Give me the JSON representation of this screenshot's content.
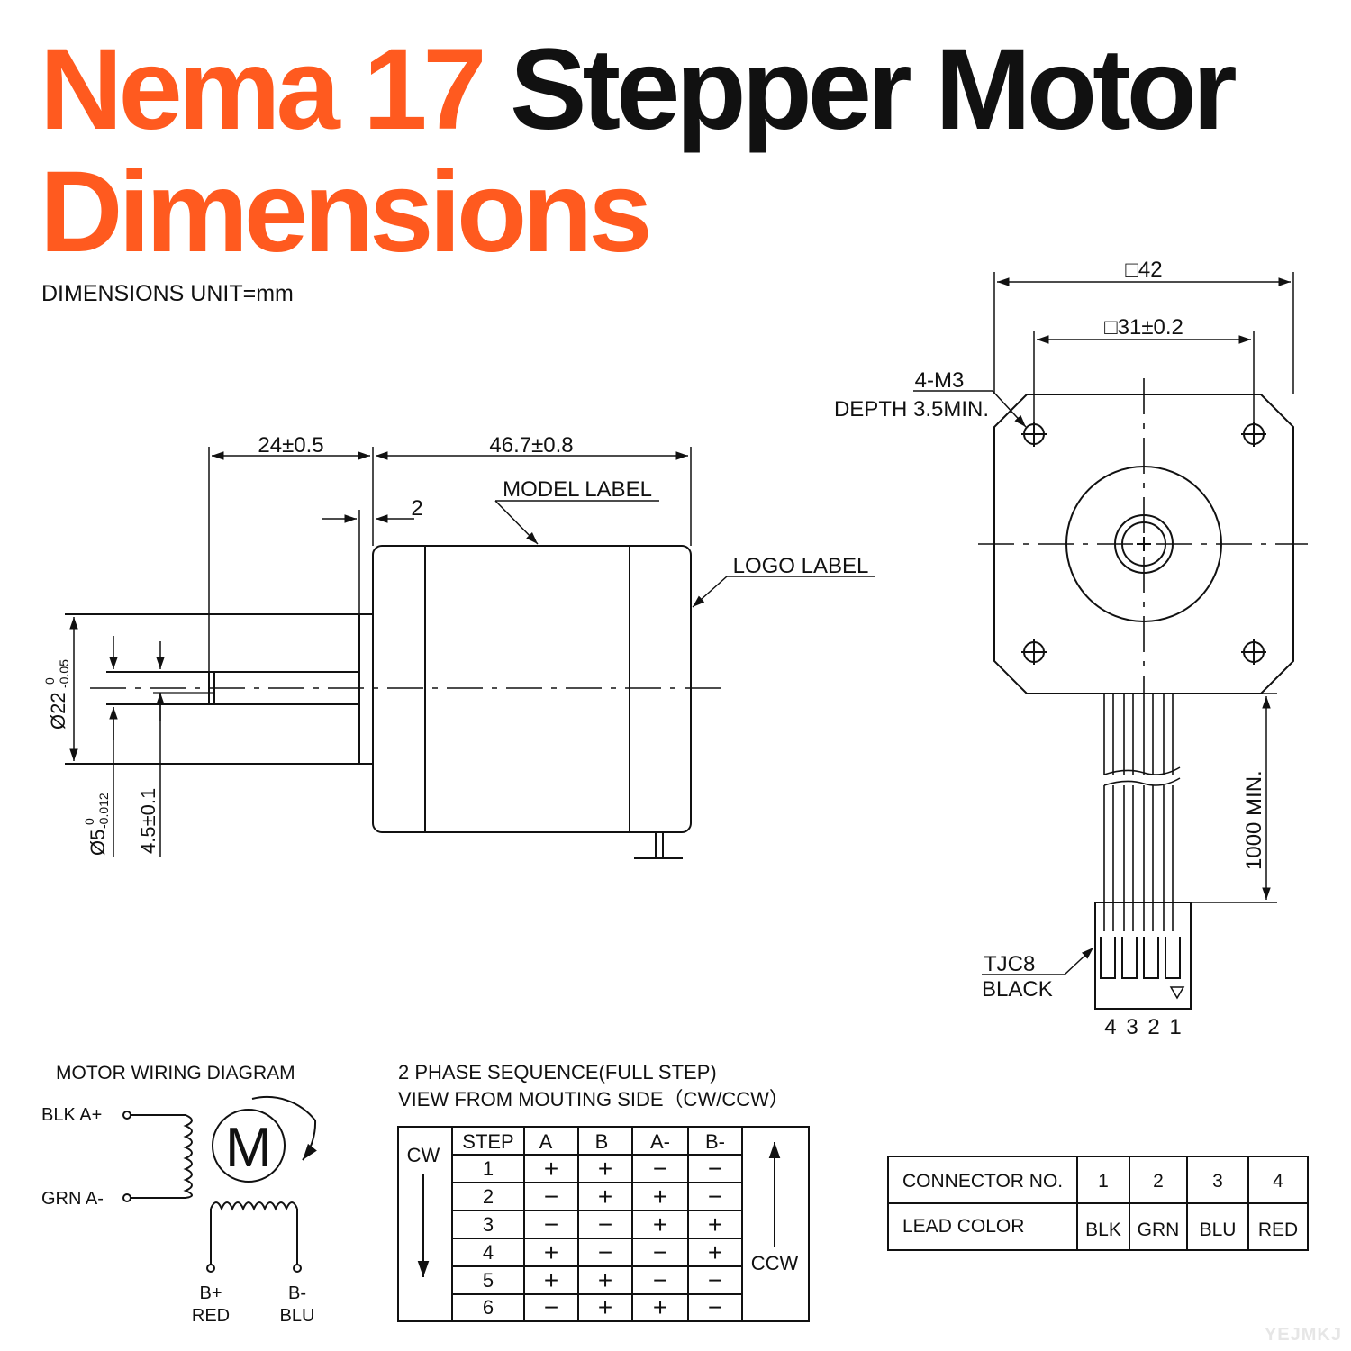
{
  "title": {
    "part1": "Nema 17",
    "part2": "Stepper Motor",
    "line2": "Dimensions"
  },
  "unit_note": "DIMENSIONS UNIT=mm",
  "side_view": {
    "shaft_length": "24±0.5",
    "body_length": "46.7±0.8",
    "flange_offset": "2",
    "model_label": "MODEL LABEL",
    "logo_label": "LOGO LABEL",
    "boss_dia": "Ø22",
    "boss_tol_upper": "0",
    "boss_tol_lower": "-0.05",
    "shaft_dia": "Ø5",
    "shaft_tol_upper": "0",
    "shaft_tol_lower": "-0.012",
    "flat_depth": "4.5±0.1"
  },
  "front_view": {
    "frame_size": "□42",
    "hole_spacing": "□31±0.2",
    "hole_spec_line1": "4-M3",
    "hole_spec_line2": "DEPTH 3.5MIN.",
    "lead_length": "1000 MIN.",
    "connector_line1": "TJC8",
    "connector_line2": "BLACK",
    "pin_numbers": "4 3 2 1"
  },
  "wiring": {
    "title": "MOTOR WIRING  DIAGRAM",
    "a_plus": "BLK  A+",
    "a_minus": "GRN  A-",
    "motor_symbol": "M",
    "b_plus_top": "B+",
    "b_plus_bottom": "RED",
    "b_minus_top": "B-",
    "b_minus_bottom": "BLU"
  },
  "sequence": {
    "title_line1": "2 PHASE SEQUENCE(FULL STEP)",
    "title_line2": "VIEW FROM MOUTING SIDE（CW/CCW）",
    "cw_label": "CW",
    "ccw_label": "CCW",
    "headers": [
      "STEP",
      "A",
      "B",
      "A-",
      "B-"
    ],
    "rows": [
      [
        "1",
        "+",
        "+",
        "−",
        "−"
      ],
      [
        "2",
        "−",
        "+",
        "+",
        "−"
      ],
      [
        "3",
        "−",
        "−",
        "+",
        "+"
      ],
      [
        "4",
        "+",
        "−",
        "−",
        "+"
      ],
      [
        "5",
        "+",
        "+",
        "−",
        "−"
      ],
      [
        "6",
        "−",
        "+",
        "+",
        "−"
      ]
    ]
  },
  "connector_table": {
    "row1_label": "CONNECTOR NO.",
    "row2_label": "LEAD COLOR",
    "numbers": [
      "1",
      "2",
      "3",
      "4"
    ],
    "colors": [
      "BLK",
      "GRN",
      "BLU",
      "RED"
    ]
  },
  "watermark": "YEJMKJ",
  "colors": {
    "accent": "#ff5a1f",
    "ink": "#111111"
  }
}
